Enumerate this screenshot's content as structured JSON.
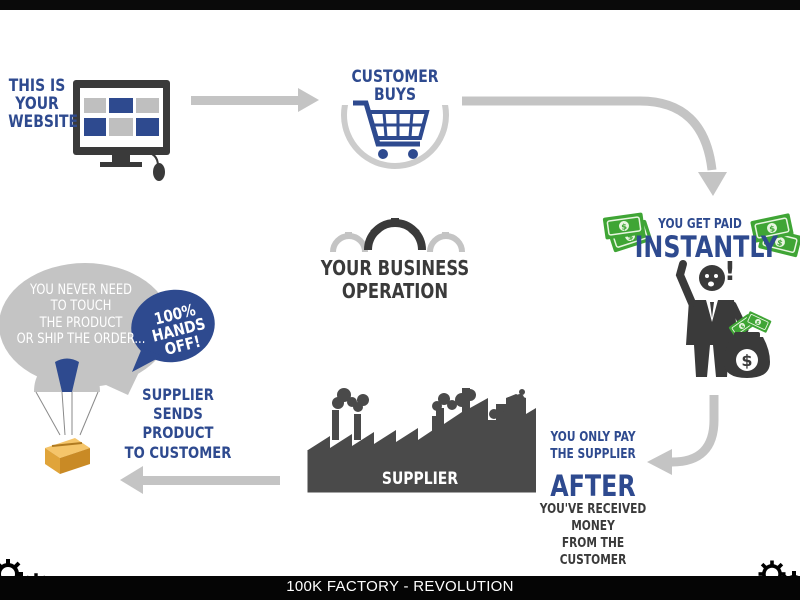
{
  "website_label": "THIS IS\nYOUR\nWEBSITE",
  "customer_label": "CUSTOMER\nBUYS",
  "paid_top": "YOU GET PAID",
  "paid_big": "INSTANTLY",
  "center_label": "YOUR BUSINESS\nOPERATION",
  "pay_top": "YOU ONLY PAY\nTHE SUPPLIER",
  "pay_big": "AFTER",
  "pay_bottom": "YOU'VE RECEIVED MONEY\nFROM THE CUSTOMER",
  "supplier_label": "SUPPLIER",
  "sends_label": "SUPPLIER\nSENDS PRODUCT\nTO CUSTOMER",
  "bubble_text": "YOU NEVER NEED\nTO TOUCH\nTHE PRODUCT\nOR SHIP THE ORDER...",
  "badge_text": "100%\nHANDS\nOFF!",
  "money_sign": "$",
  "exclaim": "!",
  "footer_text": "100K FACTORY - REVOLUTION",
  "colors": {
    "accent_blue": "#2e4a8f",
    "arrow_gray": "#c4c4c4",
    "dark_gray": "#4a4a4a",
    "money_green": "#3fa535"
  }
}
